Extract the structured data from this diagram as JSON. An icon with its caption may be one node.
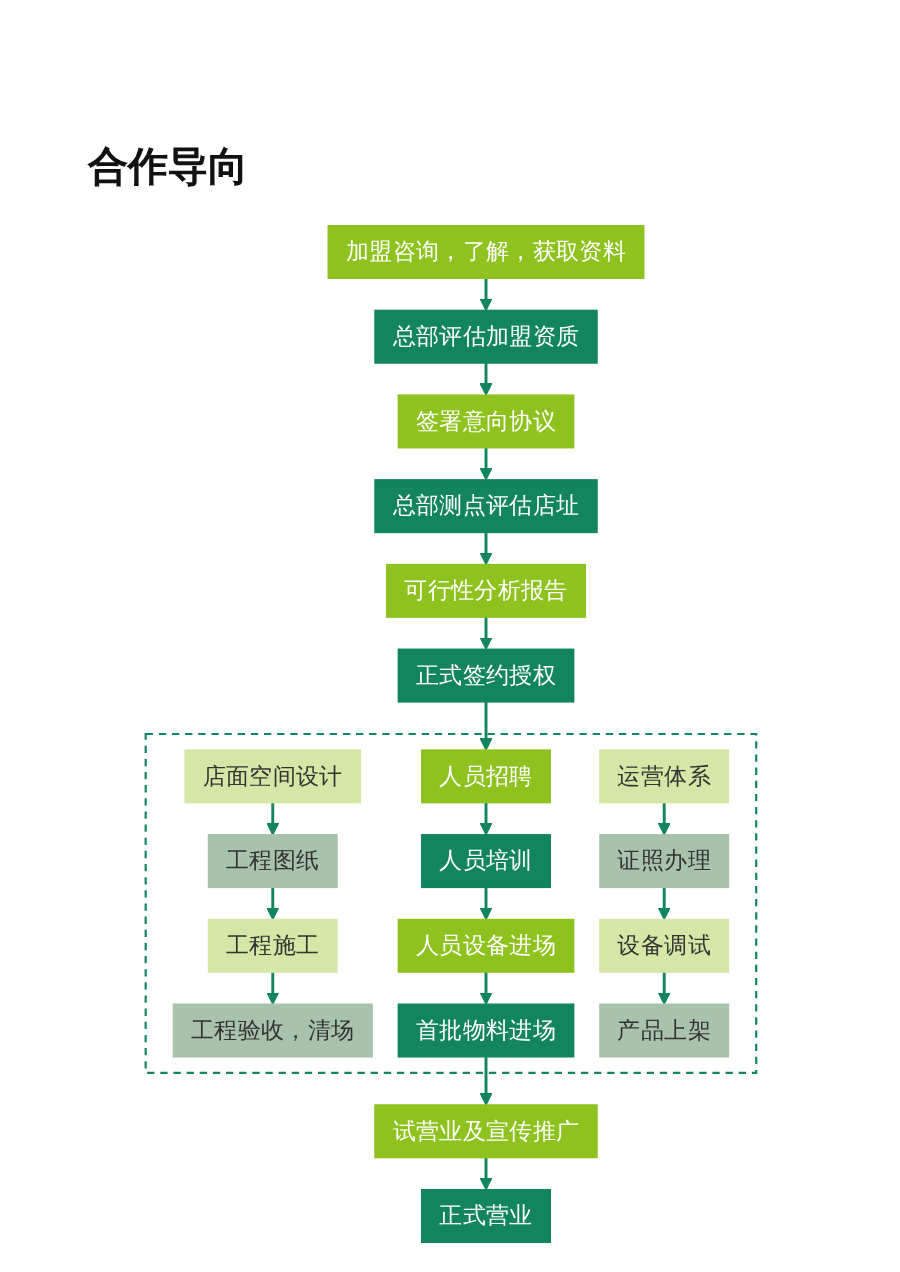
{
  "diagram": {
    "title": "合作导向",
    "nodes": [
      {
        "text": [
          "加盟咨询，了解，获取资料"
        ]
      },
      {
        "text": [
          "总部评估加盟资质"
        ]
      },
      {
        "text": [
          "签署意向协议"
        ]
      },
      {
        "text": [
          "总部测点评估店址"
        ]
      },
      {
        "text": [
          "可行性分析报告"
        ]
      },
      {
        "text": [
          "正式签约授权"
        ]
      },
      {
        "text": [],
        "shape": "box"
      },
      {
        "text": [
          "店面空间设计"
        ],
        "in": 6
      },
      {
        "text": [
          "人员招聘"
        ],
        "in": 6
      },
      {
        "text": [
          "运营体系"
        ],
        "in": 6
      },
      {
        "text": [
          "工程图纸"
        ],
        "in": 6
      },
      {
        "text": [
          "人员培训"
        ],
        "in": 6
      },
      {
        "text": [
          "证照办理"
        ],
        "in": 6
      },
      {
        "text": [
          "工程施工"
        ],
        "in": 6
      },
      {
        "text": [
          "人员设备进场"
        ],
        "in": 6
      },
      {
        "text": [
          "设备调试"
        ],
        "in": 6
      },
      {
        "text": [
          "工程验收，清场"
        ],
        "in": 6
      },
      {
        "text": [
          "首批物料进场"
        ],
        "in": 6
      },
      {
        "text": [
          "产品上架"
        ],
        "in": 6
      },
      {
        "text": [
          "试营业及宣传推广"
        ]
      },
      {
        "text": [
          "正式营业"
        ]
      }
    ],
    "edges": [
      {
        "from": 0,
        "to": 1,
        "arrow": "to"
      },
      {
        "from": 1,
        "to": 2,
        "arrow": "to"
      },
      {
        "from": 2,
        "to": 3,
        "arrow": "to"
      },
      {
        "from": 3,
        "to": 4,
        "arrow": "to"
      },
      {
        "from": 4,
        "to": 5,
        "arrow": "to"
      },
      {
        "from": 5,
        "to": 8,
        "arrow": "to"
      },
      {
        "from": 7,
        "to": 10,
        "arrow": "to"
      },
      {
        "from": 10,
        "to": 13,
        "arrow": "to"
      },
      {
        "from": 13,
        "to": 16,
        "arrow": "to"
      },
      {
        "from": 8,
        "to": 11,
        "arrow": "to"
      },
      {
        "from": 11,
        "to": 14,
        "arrow": "to"
      },
      {
        "from": 14,
        "to": 17,
        "arrow": "to"
      },
      {
        "from": 9,
        "to": 12,
        "arrow": "to"
      },
      {
        "from": 12,
        "to": 15,
        "arrow": "to"
      },
      {
        "from": 15,
        "to": 18,
        "arrow": "to"
      },
      {
        "from": 17,
        "to": 19,
        "arrow": "to"
      },
      {
        "from": 19,
        "to": 20,
        "arrow": "to"
      }
    ]
  }
}
